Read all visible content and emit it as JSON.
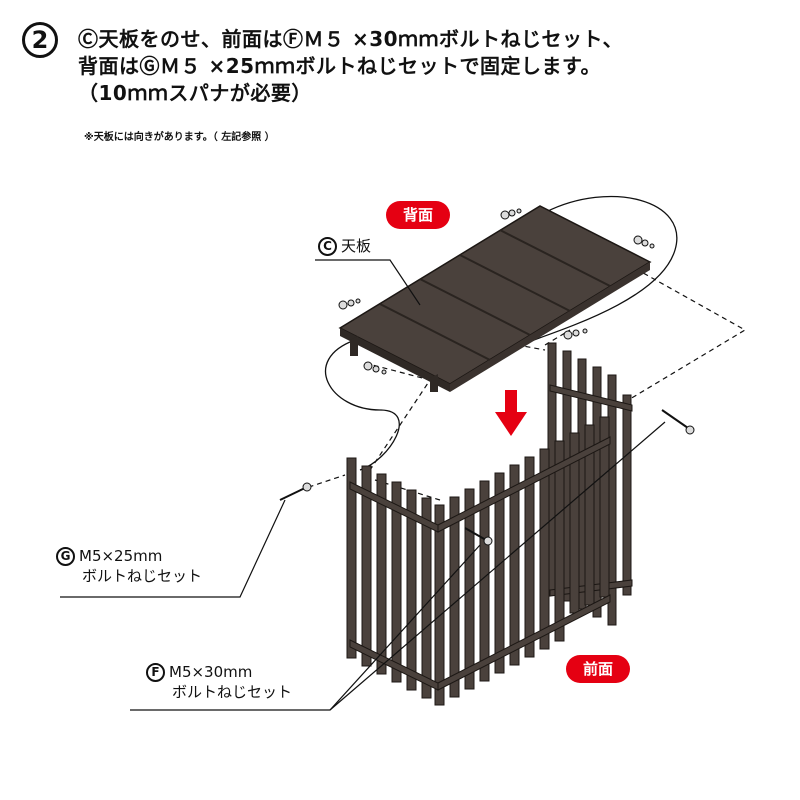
{
  "step": {
    "number": "2"
  },
  "heading": {
    "line1": "Ⓒ天板をのせ、前面はⒻＭ５ ×30ｍｍボルトねじセット、",
    "line2": "背面はⒼＭ５ ×25ｍｍボルトねじセットで固定します。",
    "line3": "（10ｍｍスパナが必要）"
  },
  "note": "※天板には向きがあります。（ 左記参照 ）",
  "labels": {
    "back": "背面",
    "front": "前面",
    "top_board": {
      "mark": "C",
      "text": "天板"
    },
    "bolt_g": {
      "mark": "G",
      "line1": "M5×25mm",
      "line2": "ボルトねじセット"
    },
    "bolt_f": {
      "mark": "F",
      "line1": "M5×30mm",
      "line2": "ボルトねじセット"
    }
  },
  "colors": {
    "wood": "#4a413c",
    "wood_light": "#6a5f58",
    "arrow": "#e50012",
    "badge": "#e50012"
  }
}
